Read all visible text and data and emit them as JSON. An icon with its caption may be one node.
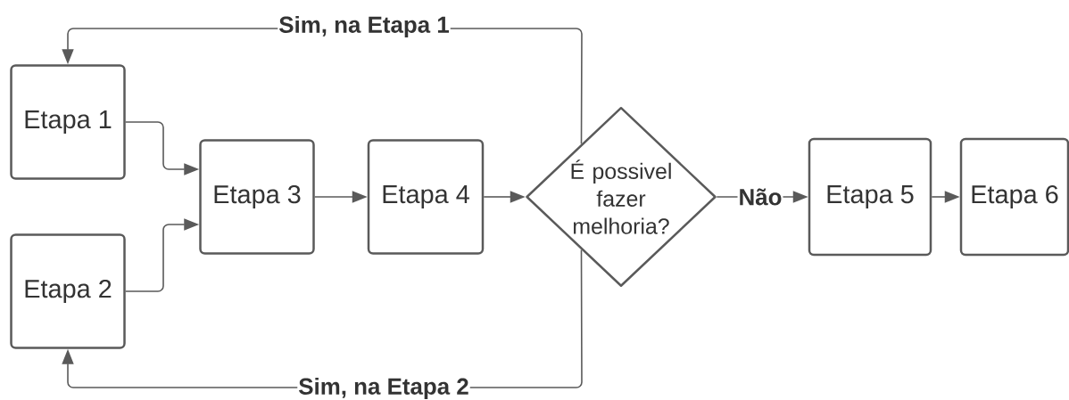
{
  "diagram": {
    "nodes": [
      {
        "text": [
          "Etapa 1"
        ]
      },
      {
        "text": [
          "Etapa 2"
        ]
      },
      {
        "text": [
          "Etapa 3"
        ]
      },
      {
        "text": [
          "Etapa 4"
        ]
      },
      {
        "text": [
          "É possivel fazer melhoria?"
        ]
      },
      {
        "text": [
          "Etapa 5"
        ]
      },
      {
        "text": [
          "Etapa 6"
        ]
      }
    ],
    "edges": [
      {
        "from": 0,
        "to": 2,
        "arrow": "to"
      },
      {
        "from": 1,
        "to": 2,
        "arrow": "to"
      },
      {
        "from": 2,
        "to": 3,
        "arrow": "to"
      },
      {
        "from": 3,
        "to": 4,
        "arrow": "to"
      },
      {
        "from": 4,
        "to": 5,
        "arrow": "to",
        "label": "Não"
      },
      {
        "from": 5,
        "to": 6,
        "arrow": "to"
      },
      {
        "from": 4,
        "to": 0,
        "arrow": "to",
        "label": "Sim, na Etapa 1"
      },
      {
        "from": 4,
        "to": 1,
        "arrow": "to",
        "label": "Sim, na Etapa 2"
      }
    ]
  }
}
